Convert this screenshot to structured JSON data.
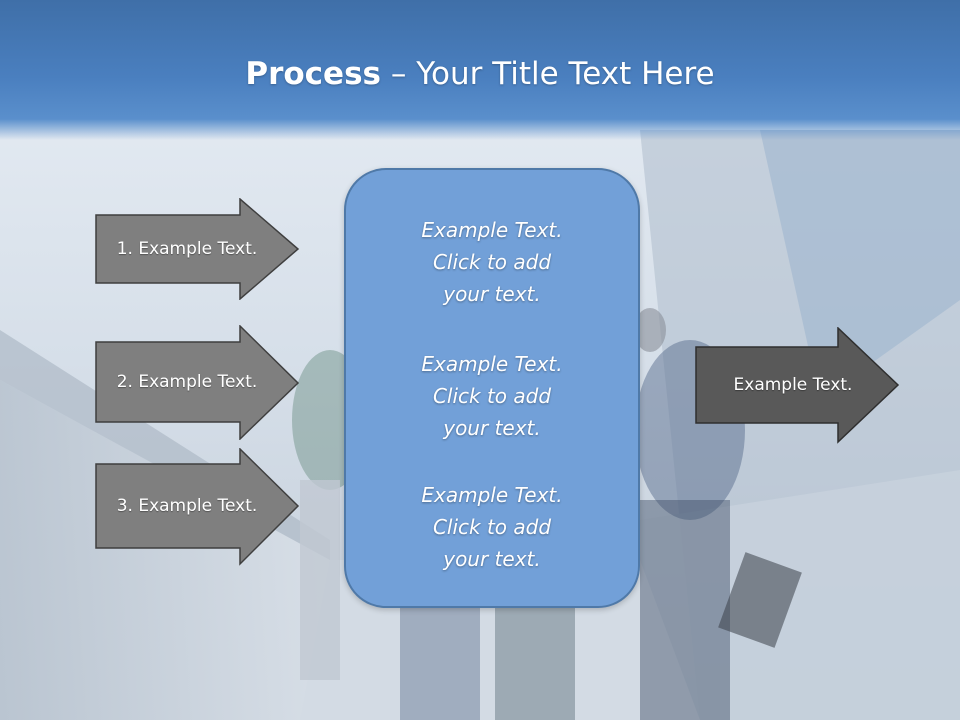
{
  "slide": {
    "title_bold": "Process",
    "title_rest": " – Your Title Text Here"
  },
  "inputs": [
    {
      "label": "1. Example Text."
    },
    {
      "label": "2. Example Text."
    },
    {
      "label": "3. Example Text."
    }
  ],
  "center_blocks": [
    {
      "lines": [
        "Example Text.",
        "Click  to add",
        "your text."
      ]
    },
    {
      "lines": [
        "Example Text.",
        "Click  to add",
        "your text."
      ]
    },
    {
      "lines": [
        "Example Text.",
        "Click  to add",
        "your text."
      ]
    }
  ],
  "output": {
    "label": "Example Text."
  },
  "colors": {
    "header": "#4a7fbf",
    "input_arrow": "#7f7f7f",
    "output_arrow": "#595959",
    "center_box": "#72a0d8"
  }
}
